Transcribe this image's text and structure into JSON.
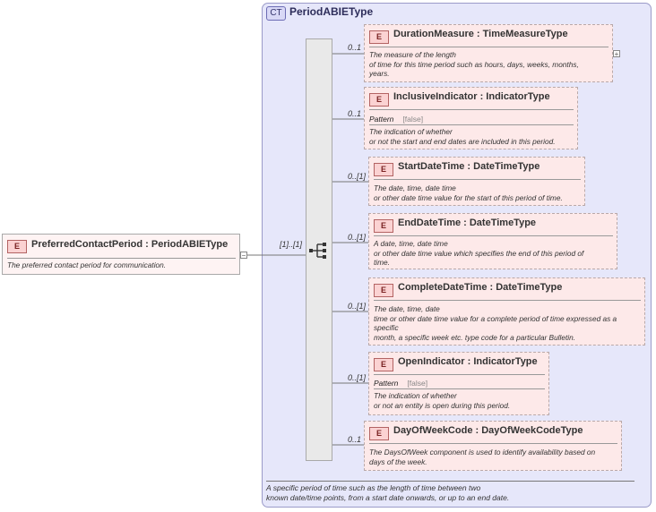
{
  "complex_type": {
    "badge": "CT",
    "title": "PeriodABIEType",
    "doc": "A specific period of time such as the length of time between two\nknown date/time points, from a start date onwards, or up to an end date."
  },
  "root": {
    "badge": "E",
    "title": "PreferredContactPeriod : PeriodABIEType",
    "doc": "The preferred contact period for communication.",
    "cardinality": "[1]..[1]"
  },
  "children": [
    {
      "badge": "E",
      "title": "DurationMeasure : TimeMeasureType",
      "cardinality": "0..1",
      "pattern": null,
      "pattern_value": null,
      "doc": "The measure of the length\n    of time for this time period such as hours, days, weeks, months,\nyears.",
      "expandable": true
    },
    {
      "badge": "E",
      "title": "InclusiveIndicator : IndicatorType",
      "cardinality": "0..1",
      "pattern": "Pattern",
      "pattern_value": "[false]",
      "doc": "The indication of whether\nor not the start and end dates are included in this period.",
      "expandable": false
    },
    {
      "badge": "E",
      "title": "StartDateTime : DateTimeType",
      "cardinality": "0..[1]",
      "pattern": null,
      "pattern_value": null,
      "doc": "The date, time, date time\nor other date time value for the start of this period of time.",
      "expandable": false
    },
    {
      "badge": "E",
      "title": "EndDateTime : DateTimeType",
      "cardinality": "0..[1]",
      "pattern": null,
      "pattern_value": null,
      "doc": "A date, time, date time\n    or other date time value which specifies the end of this period of\ntime.",
      "expandable": false
    },
    {
      "badge": "E",
      "title": "CompleteDateTime : DateTimeType",
      "cardinality": "0..[1]",
      "pattern": null,
      "pattern_value": null,
      "doc": "The date, time, date\ntime or other date time value for a complete period of time expressed as a\nspecific\nmonth, a specific week etc. type code for a particular Bulletin.",
      "expandable": false
    },
    {
      "badge": "E",
      "title": "OpenIndicator : IndicatorType",
      "cardinality": "0..[1]",
      "pattern": "Pattern",
      "pattern_value": "[false]",
      "doc": "The indication of whether\nor not an entity is open during this period.",
      "expandable": false
    },
    {
      "badge": "E",
      "title": "DayOfWeekCode : DayOfWeekCodeType",
      "cardinality": "0..1",
      "pattern": null,
      "pattern_value": null,
      "doc": "The DaysOfWeek component is used to identify availability based on\ndays of the week.",
      "expandable": false
    }
  ],
  "colors": {
    "complex_type_bg": "#e6e7fa",
    "element_bg": "#fde9e9",
    "element_badge": "#fbd2d2",
    "sequence_bg": "#e9e9e9"
  }
}
